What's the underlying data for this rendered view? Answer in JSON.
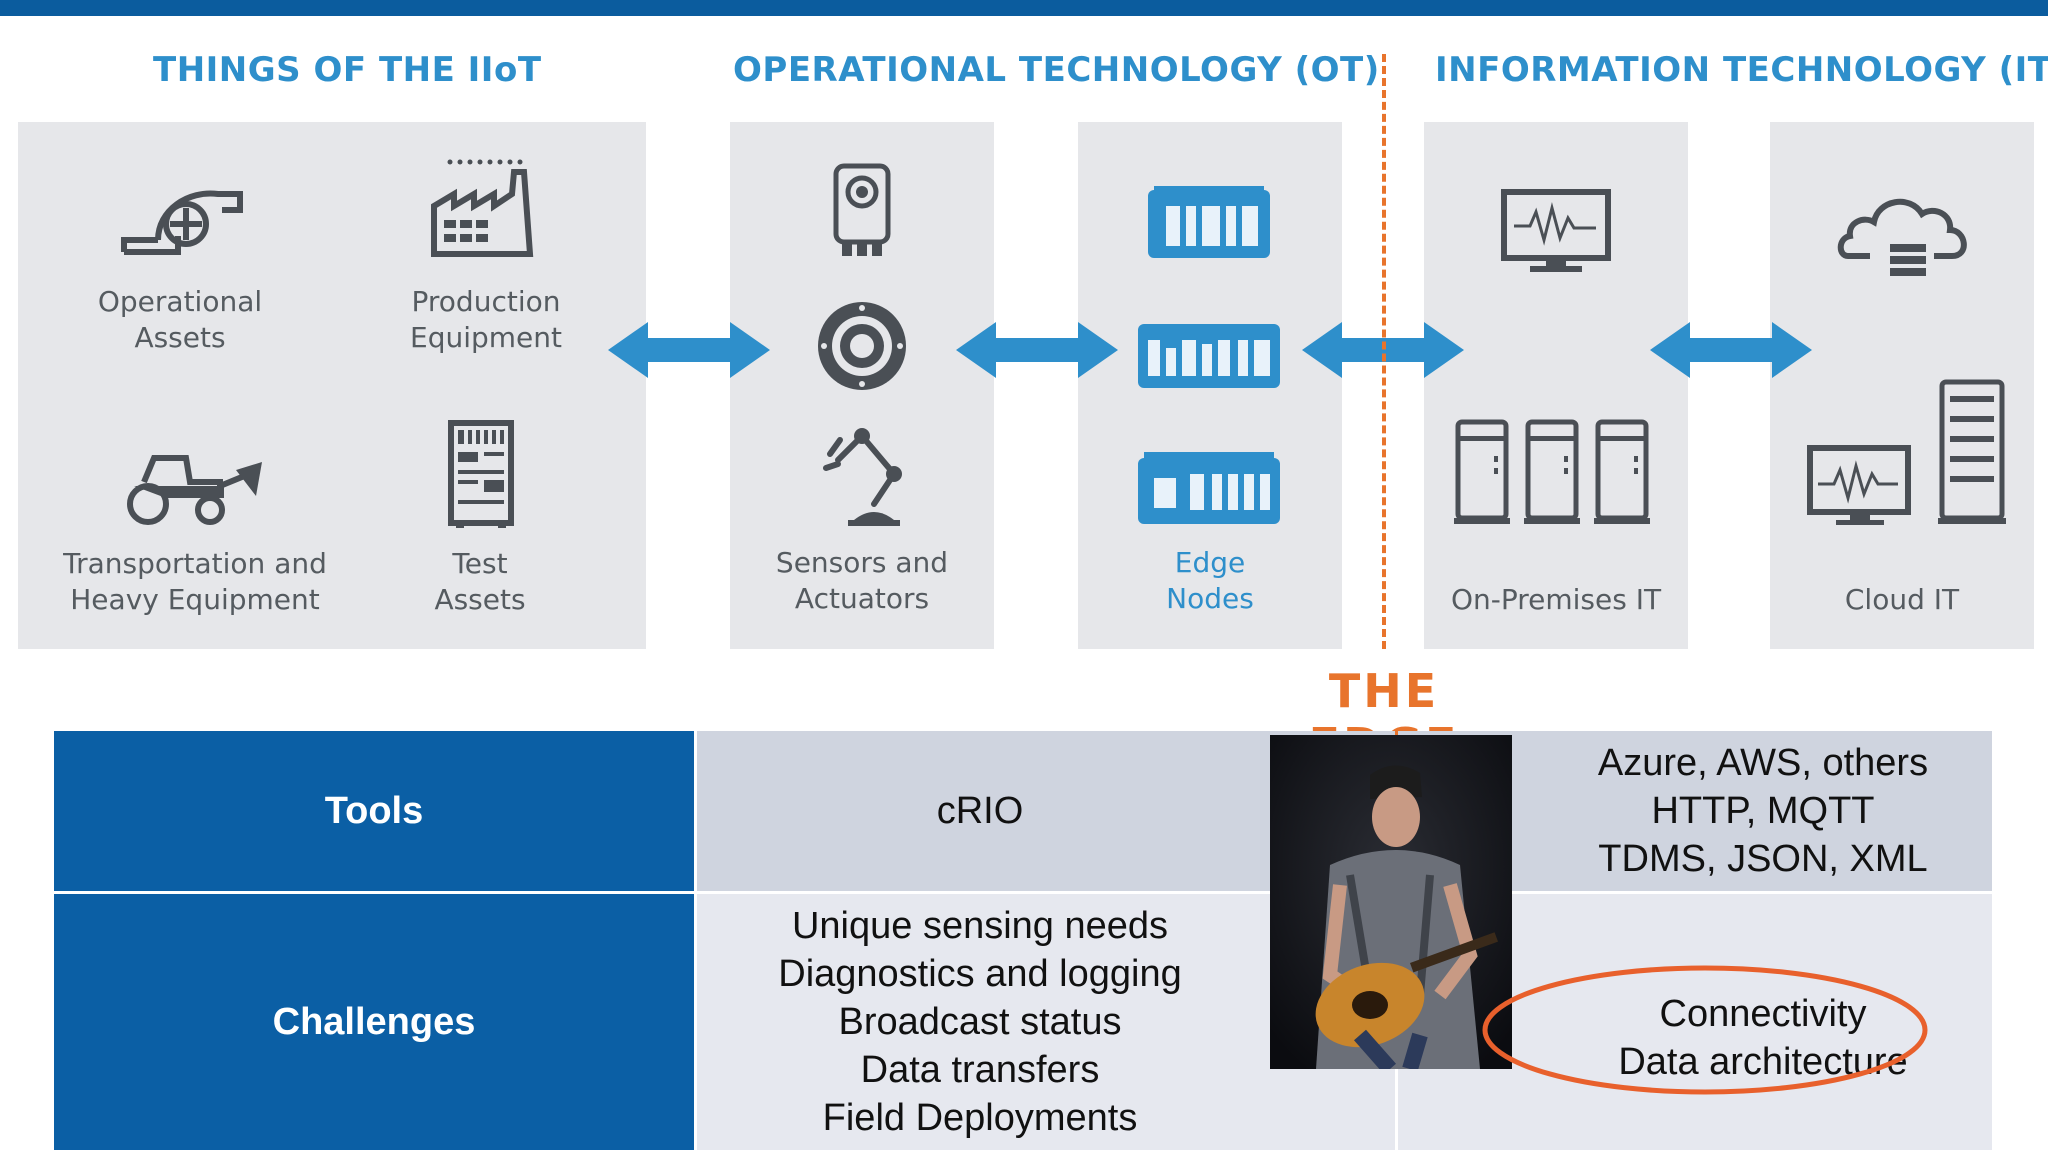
{
  "headings": {
    "iiot": "THINGS OF THE IIoT",
    "ot": "OPERATIONAL TECHNOLOGY (OT)",
    "it": "INFORMATION TECHNOLOGY (IT)"
  },
  "things": {
    "operational_assets": "Operational\nAssets",
    "production_equipment": "Production\nEquipment",
    "transportation": "Transportation and\nHeavy Equipment",
    "test_assets": "Test\nAssets"
  },
  "ot": {
    "sensors": "Sensors and\nActuators",
    "edge_nodes": "Edge\nNodes"
  },
  "it": {
    "on_premises": "On-Premises IT",
    "cloud": "Cloud IT"
  },
  "edge_label": "THE EDGE",
  "table": {
    "tools_label": "Tools",
    "challenges_label": "Challenges",
    "tools_ot": "cRIO",
    "tools_it": "Azure, AWS, others\nHTTP, MQTT\nTDMS, JSON, XML",
    "challenges_ot": "Unique sensing needs\nDiagnostics and logging\nBroadcast status\nData transfers\nField Deployments",
    "challenges_it": "Connectivity\nData architecture"
  },
  "colors": {
    "brand_blue": "#0b5c9e",
    "heading_blue": "#2e8fcb",
    "arrow_blue": "#2e8fcb",
    "edge_orange": "#e8742c",
    "panel_gray": "#e6e7ea",
    "icon_gray": "#4a4f55"
  }
}
